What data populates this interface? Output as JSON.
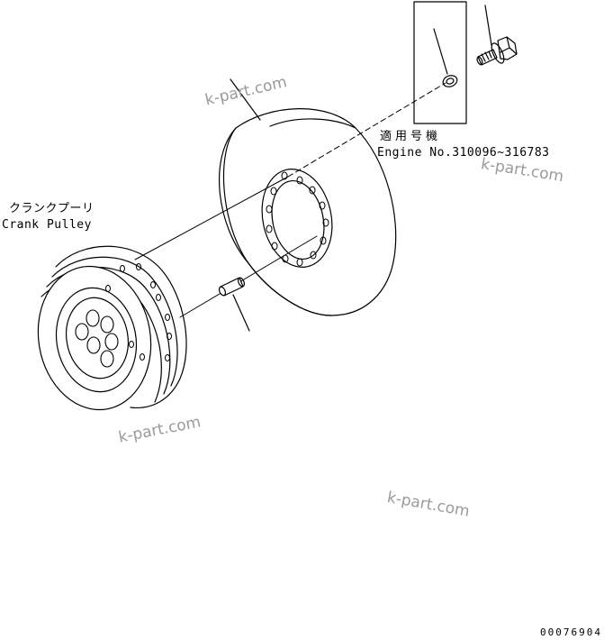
{
  "labels": {
    "part_name_jp": "クランクプーリ",
    "part_name_en": "Crank Pulley",
    "applicable_jp": "適用号機",
    "applicable_en": "Engine No.310096~316783"
  },
  "watermark": "k-part.com",
  "drawing_code": "00076904",
  "colors": {
    "line": "#000000",
    "watermark": "#9a9a9a",
    "background": "#ffffff"
  }
}
